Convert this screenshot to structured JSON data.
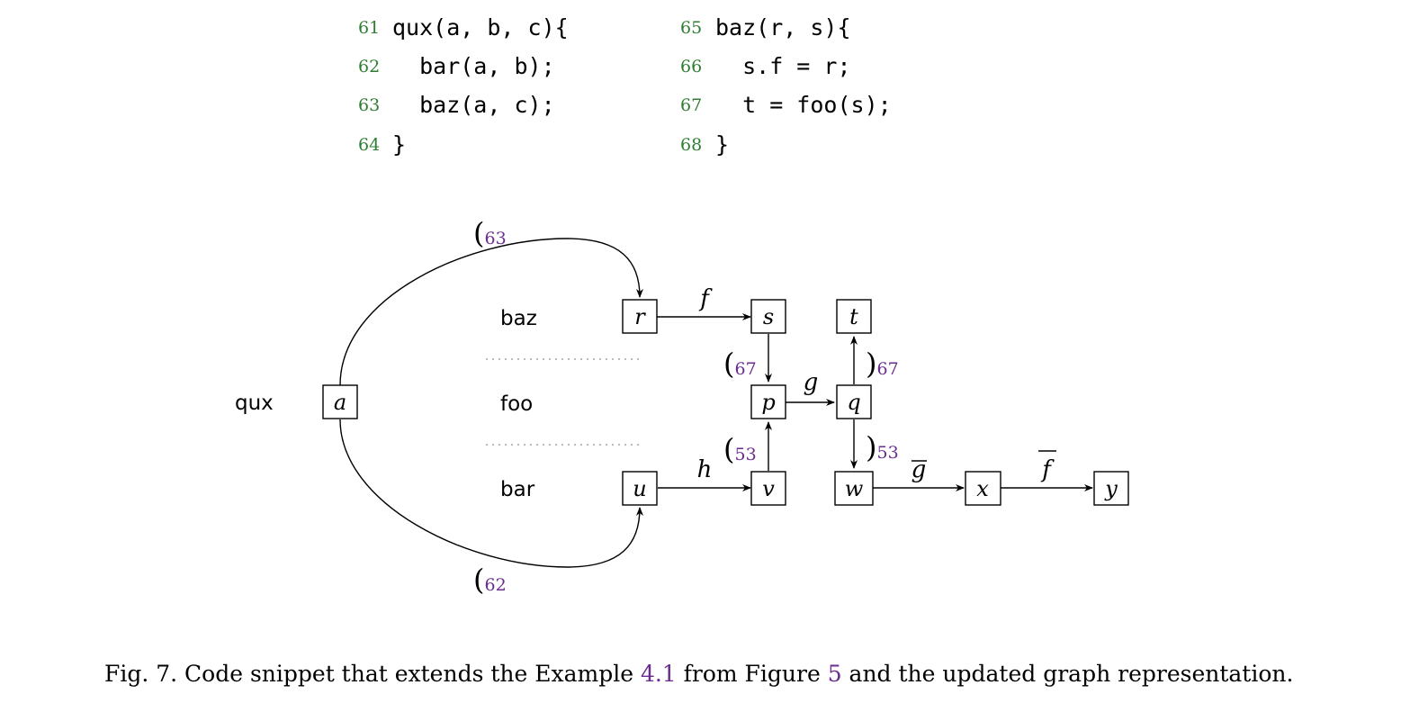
{
  "code_left": [
    {
      "num": "61",
      "text": "qux(a, b, c){"
    },
    {
      "num": "62",
      "text": "  bar(a, b);"
    },
    {
      "num": "63",
      "text": "  baz(a, c);"
    },
    {
      "num": "64",
      "text": "}"
    }
  ],
  "code_right": [
    {
      "num": "65",
      "text": "baz(r, s){"
    },
    {
      "num": "66",
      "text": "  s.f = r;"
    },
    {
      "num": "67",
      "text": "  t = foo(s);"
    },
    {
      "num": "68",
      "text": "}"
    }
  ],
  "graph": {
    "functions": {
      "qux": "qux",
      "baz": "baz",
      "foo": "foo",
      "bar": "bar"
    },
    "nodes": {
      "a": "a",
      "r": "r",
      "s": "s",
      "t": "t",
      "p": "p",
      "q": "q",
      "u": "u",
      "v": "v",
      "w": "w",
      "x": "x",
      "y": "y"
    },
    "edge_labels": {
      "f": "f",
      "g": "g",
      "h": "h",
      "g_bar": "g",
      "f_bar": "f"
    },
    "call_labels": [
      {
        "paren": "(",
        "site": "63"
      },
      {
        "paren": "(",
        "site": "62"
      },
      {
        "paren": "(",
        "site": "67"
      },
      {
        "paren": ")",
        "site": "67"
      },
      {
        "paren": "(",
        "site": "53"
      },
      {
        "paren": ")",
        "site": "53"
      }
    ],
    "colors": {
      "site_label": "#6a2c91",
      "line_number": "#2e7d32",
      "divider": "#bbbbbb"
    }
  },
  "caption": {
    "prefix": "Fig. 7.  Code snippet that extends the Example ",
    "ref1": "4.1",
    "middle": " from Figure ",
    "ref2": "5",
    "suffix": " and the updated graph representation."
  }
}
